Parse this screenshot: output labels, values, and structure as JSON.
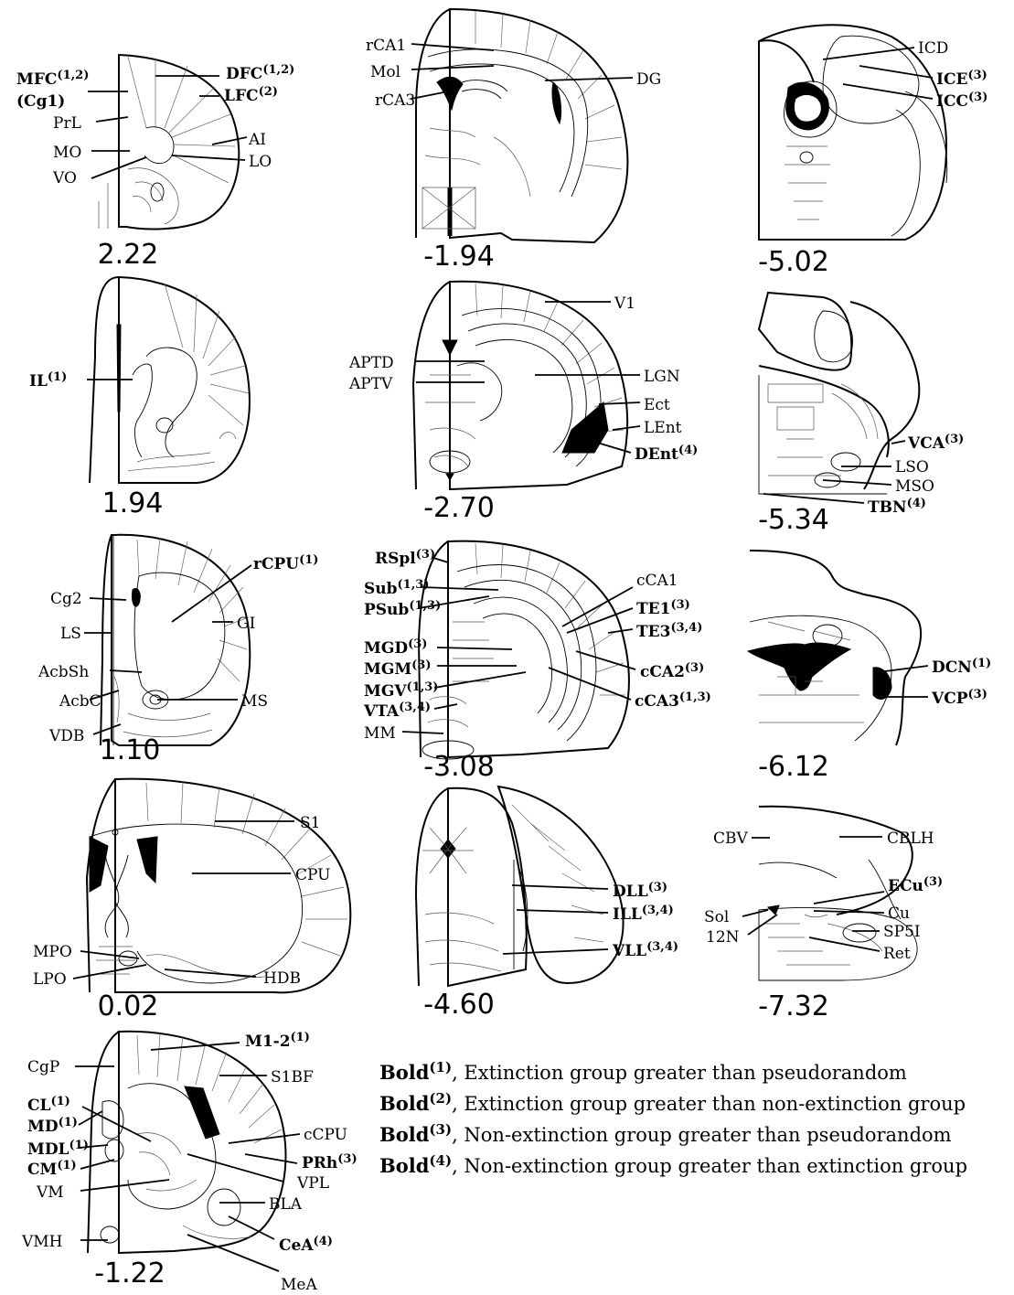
{
  "sections": [
    {
      "id": "s1",
      "coord": "2.22",
      "labels": [
        {
          "text": "MFC",
          "sup": "(1,2)",
          "bold": true
        },
        {
          "text": "(Cg1)",
          "sup": "",
          "bold": true
        },
        {
          "text": "PrL",
          "sup": "",
          "bold": false
        },
        {
          "text": "MO",
          "sup": "",
          "bold": false
        },
        {
          "text": "VO",
          "sup": "",
          "bold": false
        },
        {
          "text": "DFC",
          "sup": "(1,2)",
          "bold": true
        },
        {
          "text": "LFC",
          "sup": "(2)",
          "bold": true
        },
        {
          "text": "AI",
          "sup": "",
          "bold": false
        },
        {
          "text": "LO",
          "sup": "",
          "bold": false
        }
      ]
    },
    {
      "id": "s2",
      "coord": "1.94",
      "labels": [
        {
          "text": "IL",
          "sup": "(1)",
          "bold": true
        }
      ]
    },
    {
      "id": "s3",
      "coord": "1.10",
      "labels": [
        {
          "text": "rCPU",
          "sup": "(1)",
          "bold": true
        },
        {
          "text": "Cg2",
          "sup": "",
          "bold": false
        },
        {
          "text": "GI",
          "sup": "",
          "bold": false
        },
        {
          "text": "LS",
          "sup": "",
          "bold": false
        },
        {
          "text": "AcbSh",
          "sup": "",
          "bold": false
        },
        {
          "text": "AcbC",
          "sup": "",
          "bold": false
        },
        {
          "text": "MS",
          "sup": "",
          "bold": false
        },
        {
          "text": "VDB",
          "sup": "",
          "bold": false
        }
      ]
    },
    {
      "id": "s4",
      "coord": "0.02",
      "labels": [
        {
          "text": "S1",
          "sup": "",
          "bold": false
        },
        {
          "text": "CPU",
          "sup": "",
          "bold": false
        },
        {
          "text": "MPO",
          "sup": "",
          "bold": false
        },
        {
          "text": "LPO",
          "sup": "",
          "bold": false
        },
        {
          "text": "HDB",
          "sup": "",
          "bold": false
        }
      ]
    },
    {
      "id": "s5",
      "coord": "-1.22",
      "labels": [
        {
          "text": "M1-2",
          "sup": "(1)",
          "bold": true
        },
        {
          "text": "CgP",
          "sup": "",
          "bold": false
        },
        {
          "text": "S1BF",
          "sup": "",
          "bold": false
        },
        {
          "text": "CL",
          "sup": "(1)",
          "bold": true
        },
        {
          "text": "MD",
          "sup": "(1)",
          "bold": true
        },
        {
          "text": "MDL",
          "sup": "(1)",
          "bold": true
        },
        {
          "text": "cCPU",
          "sup": "",
          "bold": false
        },
        {
          "text": "PRh",
          "sup": "(3)",
          "bold": true
        },
        {
          "text": "CM",
          "sup": "(1)",
          "bold": true
        },
        {
          "text": "VPL",
          "sup": "",
          "bold": false
        },
        {
          "text": "VM",
          "sup": "",
          "bold": false
        },
        {
          "text": "BLA",
          "sup": "",
          "bold": false
        },
        {
          "text": "VMH",
          "sup": "",
          "bold": false
        },
        {
          "text": "CeA",
          "sup": "(4)",
          "bold": true
        },
        {
          "text": "MeA",
          "sup": "",
          "bold": false
        }
      ]
    },
    {
      "id": "s6",
      "coord": "-1.94",
      "labels": [
        {
          "text": "rCA1",
          "sup": "",
          "bold": false
        },
        {
          "text": "Mol",
          "sup": "",
          "bold": false
        },
        {
          "text": "rCA3",
          "sup": "",
          "bold": false
        },
        {
          "text": "DG",
          "sup": "",
          "bold": false
        }
      ]
    },
    {
      "id": "s7",
      "coord": "-2.70",
      "labels": [
        {
          "text": "V1",
          "sup": "",
          "bold": false
        },
        {
          "text": "APTD",
          "sup": "",
          "bold": false
        },
        {
          "text": "APTV",
          "sup": "",
          "bold": false
        },
        {
          "text": "LGN",
          "sup": "",
          "bold": false
        },
        {
          "text": "Ect",
          "sup": "",
          "bold": false
        },
        {
          "text": "LEnt",
          "sup": "",
          "bold": false
        },
        {
          "text": "DEnt",
          "sup": "(4)",
          "bold": true
        }
      ]
    },
    {
      "id": "s8",
      "coord": "-3.08",
      "labels": [
        {
          "text": "RSpl",
          "sup": "(3)",
          "bold": true
        },
        {
          "text": "Sub",
          "sup": "(1,3)",
          "bold": true
        },
        {
          "text": "cCA1",
          "sup": "",
          "bold": false
        },
        {
          "text": "PSub",
          "sup": "(1,3)",
          "bold": true
        },
        {
          "text": "TE1",
          "sup": "(3)",
          "bold": true
        },
        {
          "text": "TE3",
          "sup": "(3,4)",
          "bold": true
        },
        {
          "text": "MGD",
          "sup": "(3)",
          "bold": true
        },
        {
          "text": "MGM",
          "sup": "(3)",
          "bold": true
        },
        {
          "text": "cCA2",
          "sup": "(3)",
          "bold": true
        },
        {
          "text": "MGV",
          "sup": "(1,3)",
          "bold": true
        },
        {
          "text": "cCA3",
          "sup": "(1,3)",
          "bold": true
        },
        {
          "text": "VTA",
          "sup": "(3,4)",
          "bold": true
        },
        {
          "text": "MM",
          "sup": "",
          "bold": false
        }
      ]
    },
    {
      "id": "s9",
      "coord": "-4.60",
      "labels": [
        {
          "text": "DLL",
          "sup": "(3)",
          "bold": true
        },
        {
          "text": "ILL",
          "sup": "(3,4)",
          "bold": true
        },
        {
          "text": "VLL",
          "sup": "(3,4)",
          "bold": true
        }
      ]
    },
    {
      "id": "s10",
      "coord": "-5.02",
      "labels": [
        {
          "text": "ICD",
          "sup": "",
          "bold": false
        },
        {
          "text": "ICE",
          "sup": "(3)",
          "bold": true
        },
        {
          "text": "ICC",
          "sup": "(3)",
          "bold": true
        }
      ]
    },
    {
      "id": "s11",
      "coord": "-5.34",
      "labels": [
        {
          "text": "VCA",
          "sup": "(3)",
          "bold": true
        },
        {
          "text": "LSO",
          "sup": "",
          "bold": false
        },
        {
          "text": "MSO",
          "sup": "",
          "bold": false
        },
        {
          "text": "TBN",
          "sup": "(4)",
          "bold": true
        }
      ]
    },
    {
      "id": "s12",
      "coord": "-6.12",
      "labels": [
        {
          "text": "DCN",
          "sup": "(1)",
          "bold": true
        },
        {
          "text": "VCP",
          "sup": "(3)",
          "bold": true
        }
      ]
    },
    {
      "id": "s13",
      "coord": "-7.32",
      "labels": [
        {
          "text": "CBV",
          "sup": "",
          "bold": false
        },
        {
          "text": "CBLH",
          "sup": "",
          "bold": false
        },
        {
          "text": "ECu",
          "sup": "(3)",
          "bold": true
        },
        {
          "text": "Sol",
          "sup": "",
          "bold": false
        },
        {
          "text": "Cu",
          "sup": "",
          "bold": false
        },
        {
          "text": "SP5I",
          "sup": "",
          "bold": false
        },
        {
          "text": "12N",
          "sup": "",
          "bold": false
        },
        {
          "text": "Ret",
          "sup": "",
          "bold": false
        }
      ]
    }
  ],
  "legend": [
    {
      "bold": "Bold",
      "sup": "(1)",
      "text": ", Extinction group greater than pseudorandom"
    },
    {
      "bold": "Bold",
      "sup": "(2)",
      "text": ", Extinction group greater than non-extinction group"
    },
    {
      "bold": "Bold",
      "sup": "(3)",
      "text": ", Non-extinction group greater than pseudorandom"
    },
    {
      "bold": "Bold",
      "sup": "(4)",
      "text": ", Non-extinction group greater than extinction group"
    }
  ]
}
